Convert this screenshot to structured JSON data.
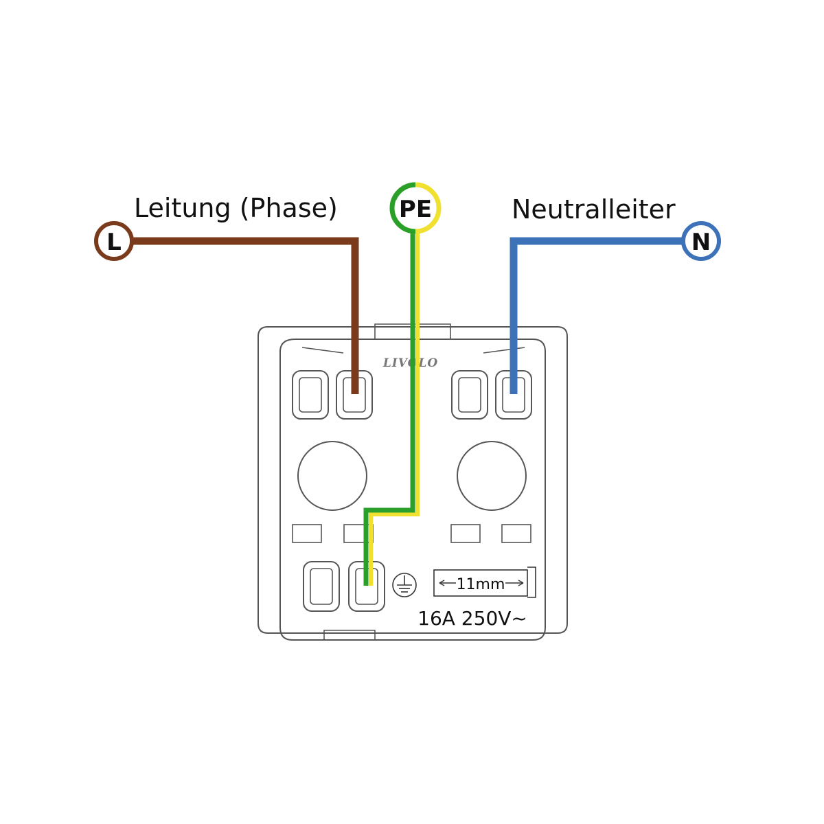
{
  "labels": {
    "phase": "Leitung (Phase)",
    "neutral": "Neutralleiter",
    "pe": "PE",
    "l": "L",
    "n": "N"
  },
  "device": {
    "brand": "LIVOLO",
    "strip_length": "11mm",
    "rating": "16A 250V~"
  },
  "colors": {
    "phase_wire": "#7a3b1c",
    "neutral_wire": "#3d72b8",
    "pe_green": "#2aa02a",
    "pe_yellow": "#f0e030",
    "device_outline": "#555555"
  },
  "icons": {
    "earth": "earth-ground-icon"
  }
}
